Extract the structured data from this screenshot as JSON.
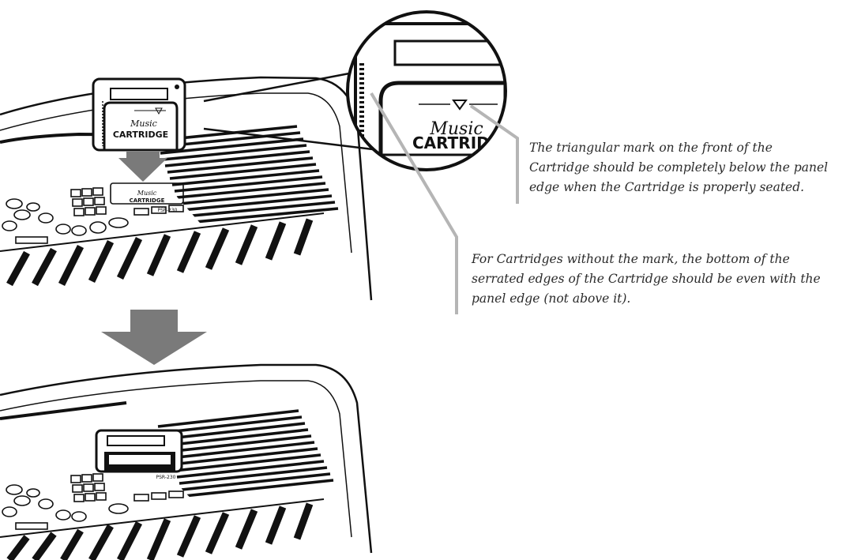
{
  "cartridge": {
    "brand_top": "Music",
    "brand_bottom": "CARTRIDGE",
    "zoom_brand_bottom": "CARTRIDG",
    "panel_model": "PSR-230"
  },
  "callouts": {
    "triangle_mark": {
      "lines": [
        "The triangular mark on the front of the",
        "Cartridge should be completely below the panel",
        "edge when the Cartridge is properly seated."
      ]
    },
    "serrated_edges": {
      "lines": [
        "For Cartridges without the mark, the bottom of the",
        "serrated edges of the Cartridge should be even with the",
        "panel edge (not above it)."
      ]
    }
  },
  "colors": {
    "ink": "#111111",
    "arrow": "#7a7a7a",
    "leader": "#b5b5b5",
    "panel": "#e6e6e6"
  },
  "icons": [
    "down-arrow-icon",
    "triangle-mark-icon"
  ]
}
